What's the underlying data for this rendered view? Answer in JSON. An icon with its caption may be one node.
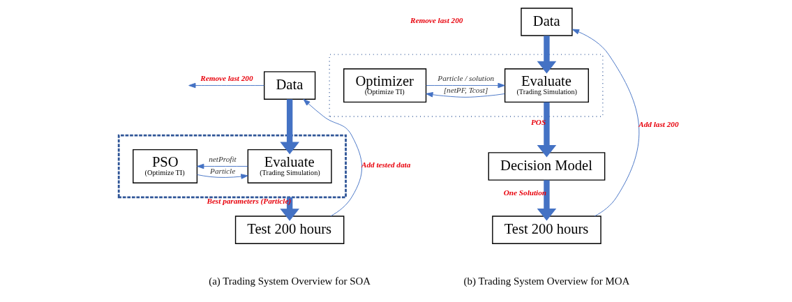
{
  "diagram": {
    "nodes": [
      {
        "text": [
          "Data"
        ]
      },
      {
        "text": [],
        "shape": "box"
      },
      {
        "text": [
          "PSO",
          "(Optimize TI)"
        ],
        "in": 1
      },
      {
        "text": [
          "Evaluate",
          "(Trading Simulation)"
        ],
        "in": 1
      },
      {
        "text": [
          "Test 200 hours"
        ]
      },
      {
        "text": [
          "Data"
        ]
      },
      {
        "text": [],
        "shape": "box"
      },
      {
        "text": [
          "Optimizer",
          "(Optimize TI)"
        ],
        "in": 6
      },
      {
        "text": [
          "Evaluate",
          "(Trading Simulation)"
        ],
        "in": 6
      },
      {
        "text": [
          "Decision Model"
        ]
      },
      {
        "text": [
          "Test 200 hours"
        ]
      }
    ],
    "edges": [
      {
        "from": 0,
        "to": null,
        "arrow": "to",
        "label": "Remove last 200"
      },
      {
        "from": 0,
        "to": 3,
        "arrow": "to",
        "style": "thick"
      },
      {
        "from": 2,
        "to": 3,
        "arrow": "to",
        "label": "Particle"
      },
      {
        "from": 3,
        "to": 2,
        "arrow": "to",
        "label": "netProfit"
      },
      {
        "from": 1,
        "to": 4,
        "arrow": "to",
        "style": "thick",
        "label": "Best parameters (Particle)"
      },
      {
        "from": 4,
        "to": 0,
        "arrow": "to",
        "label": "Add tested data"
      },
      {
        "from": 5,
        "to": 8,
        "arrow": "to",
        "style": "thick"
      },
      {
        "from": 7,
        "to": 8,
        "arrow": "to",
        "label": "Particle / solution"
      },
      {
        "from": 8,
        "to": 7,
        "arrow": "to",
        "label": "[netPF, Tcost]"
      },
      {
        "from": 8,
        "to": 9,
        "arrow": "to",
        "style": "thick",
        "label": "POS"
      },
      {
        "from": 9,
        "to": 10,
        "arrow": "to",
        "style": "thick",
        "label": "One Solution"
      },
      {
        "from": 10,
        "to": 5,
        "arrow": "to",
        "label": "Add last 200"
      }
    ],
    "labels": [
      "Remove last 200",
      "(a) Trading System Overview for SOA",
      "(b) Trading System Overview for MOA"
    ]
  }
}
